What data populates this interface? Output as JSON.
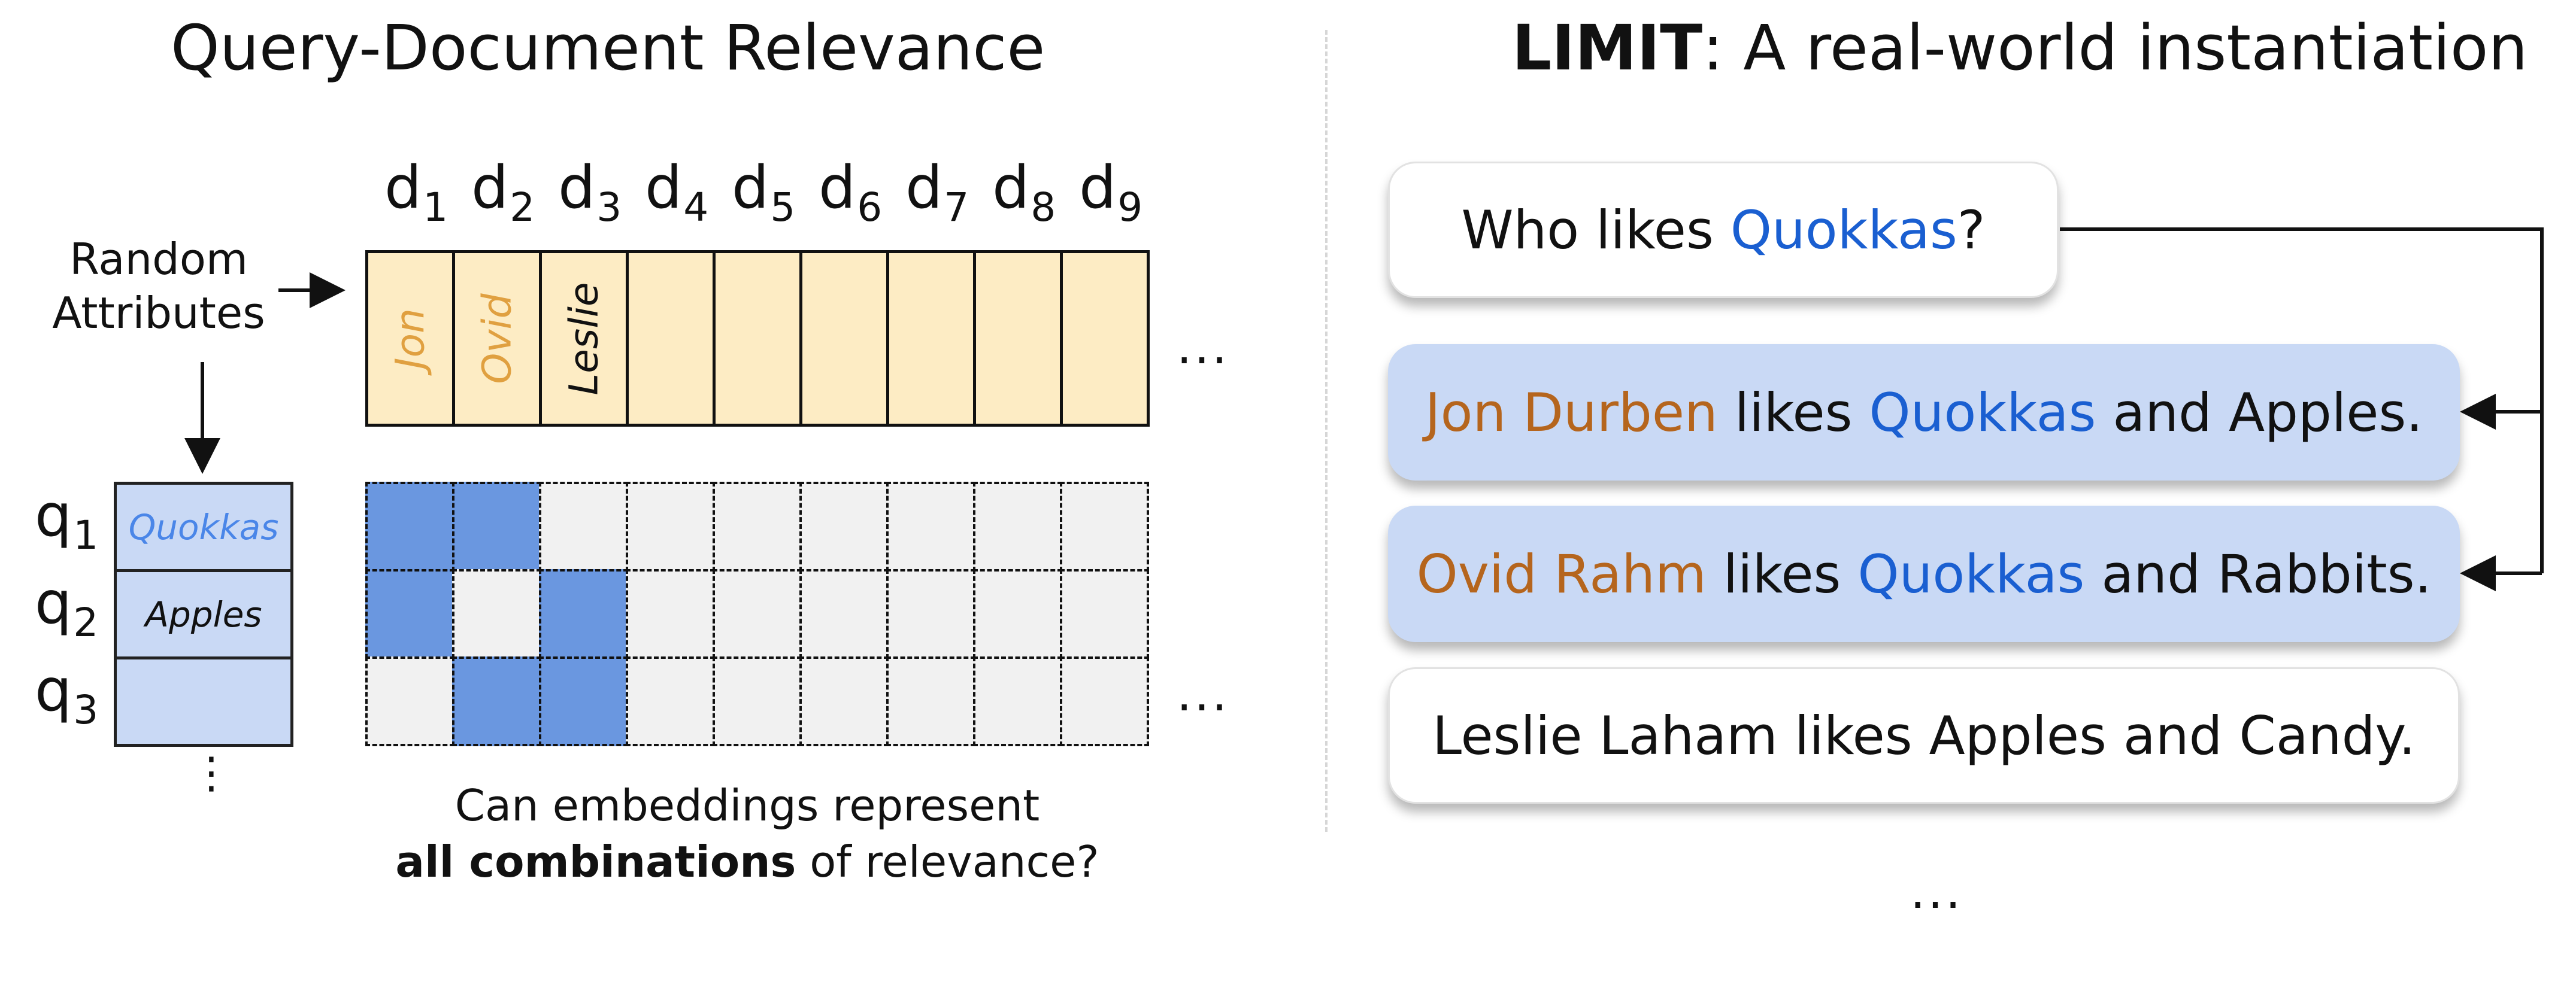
{
  "left": {
    "title": "Query-Document Relevance",
    "doc_labels": [
      {
        "letter": "d",
        "sub": "1"
      },
      {
        "letter": "d",
        "sub": "2"
      },
      {
        "letter": "d",
        "sub": "3"
      },
      {
        "letter": "d",
        "sub": "4"
      },
      {
        "letter": "d",
        "sub": "5"
      },
      {
        "letter": "d",
        "sub": "6"
      },
      {
        "letter": "d",
        "sub": "7"
      },
      {
        "letter": "d",
        "sub": "8"
      },
      {
        "letter": "d",
        "sub": "9"
      }
    ],
    "random_attributes_label": [
      "Random",
      "Attributes"
    ],
    "doc_attributes": [
      "Jon",
      "Ovid",
      "Leslie"
    ],
    "query_labels": [
      {
        "letter": "q",
        "sub": "1"
      },
      {
        "letter": "q",
        "sub": "2"
      },
      {
        "letter": "q",
        "sub": "3"
      }
    ],
    "query_attributes": [
      "Quokkas",
      "Apples",
      ""
    ],
    "relevance_matrix": [
      [
        1,
        1,
        0,
        0,
        0,
        0,
        0,
        0,
        0
      ],
      [
        1,
        0,
        1,
        0,
        0,
        0,
        0,
        0,
        0
      ],
      [
        0,
        1,
        1,
        0,
        0,
        0,
        0,
        0,
        0
      ]
    ],
    "ellipsis": "...",
    "vertical_ellipsis": "⋮",
    "caption_line1": "Can embeddings represent",
    "caption_bold": "all combinations",
    "caption_rest": " of relevance?"
  },
  "right": {
    "title_bold": "LIMIT",
    "title_rest": ": A real-world instantiation",
    "query": {
      "pre": "Who likes ",
      "highlight": "Quokkas",
      "post": "?"
    },
    "documents": [
      {
        "name": "Jon Durben",
        "mid": " likes ",
        "highlight": "Quokkas",
        "post": " and Apples.",
        "relevant": true
      },
      {
        "name": "Ovid Rahm",
        "mid": " likes ",
        "highlight": "Quokkas",
        "post": " and Rabbits.",
        "relevant": true
      },
      {
        "name": "",
        "mid": "Leslie Laham likes Apples and Candy.",
        "highlight": "",
        "post": "",
        "relevant": false
      }
    ],
    "ellipsis": "..."
  },
  "colors": {
    "name_brown": "#b5651d",
    "quokka_blue": "#1a5fd1",
    "doc_fill": "#fdecc4",
    "query_fill": "#c9d9f5",
    "relevant_cell": "#6a97e0",
    "empty_cell": "#f1f1f1",
    "attr_orange": "#e0a040",
    "attr_blue": "#4a86e8"
  }
}
